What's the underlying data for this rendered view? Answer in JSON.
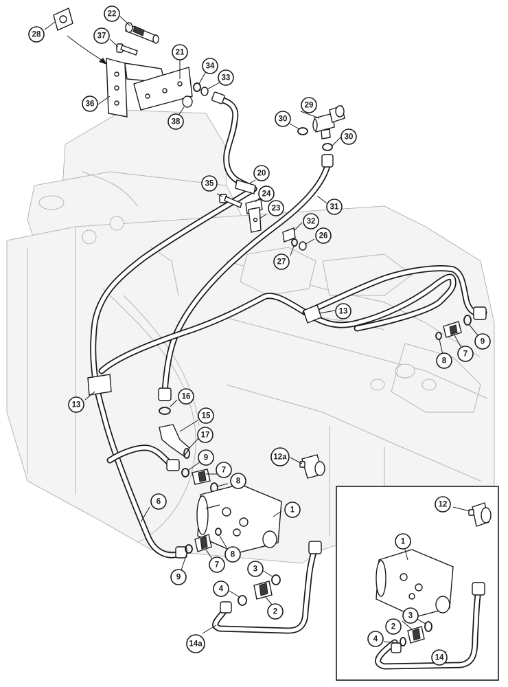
{
  "diagram": {
    "callouts": [
      {
        "id": "c-28",
        "label": "28"
      },
      {
        "id": "c-22",
        "label": "22"
      },
      {
        "id": "c-37",
        "label": "37"
      },
      {
        "id": "c-21",
        "label": "21"
      },
      {
        "id": "c-34",
        "label": "34"
      },
      {
        "id": "c-33",
        "label": "33"
      },
      {
        "id": "c-36",
        "label": "36"
      },
      {
        "id": "c-38",
        "label": "38"
      },
      {
        "id": "c-29",
        "label": "29"
      },
      {
        "id": "c-30a",
        "label": "30"
      },
      {
        "id": "c-30b",
        "label": "30"
      },
      {
        "id": "c-20",
        "label": "20"
      },
      {
        "id": "c-35",
        "label": "35"
      },
      {
        "id": "c-24",
        "label": "24"
      },
      {
        "id": "c-23",
        "label": "23"
      },
      {
        "id": "c-31",
        "label": "31"
      },
      {
        "id": "c-32",
        "label": "32"
      },
      {
        "id": "c-26",
        "label": "26"
      },
      {
        "id": "c-27",
        "label": "27"
      },
      {
        "id": "c-13a",
        "label": "13"
      },
      {
        "id": "c-9a",
        "label": "9"
      },
      {
        "id": "c-7a",
        "label": "7"
      },
      {
        "id": "c-8a",
        "label": "8"
      },
      {
        "id": "c-13b",
        "label": "13"
      },
      {
        "id": "c-16",
        "label": "16"
      },
      {
        "id": "c-15",
        "label": "15"
      },
      {
        "id": "c-17",
        "label": "17"
      },
      {
        "id": "c-9b",
        "label": "9"
      },
      {
        "id": "c-7b",
        "label": "7"
      },
      {
        "id": "c-8b",
        "label": "8"
      },
      {
        "id": "c-12a",
        "label": "12a"
      },
      {
        "id": "c-6",
        "label": "6"
      },
      {
        "id": "c-1a",
        "label": "1"
      },
      {
        "id": "c-8c",
        "label": "8"
      },
      {
        "id": "c-9c",
        "label": "9"
      },
      {
        "id": "c-7c",
        "label": "7"
      },
      {
        "id": "c-3a",
        "label": "3"
      },
      {
        "id": "c-4a",
        "label": "4"
      },
      {
        "id": "c-2a",
        "label": "2"
      },
      {
        "id": "c-14a",
        "label": "14a"
      },
      {
        "id": "c-12",
        "label": "12"
      },
      {
        "id": "c-1b",
        "label": "1"
      },
      {
        "id": "c-3b",
        "label": "3"
      },
      {
        "id": "c-2b",
        "label": "2"
      },
      {
        "id": "c-4b",
        "label": "4"
      },
      {
        "id": "c-14",
        "label": "14"
      }
    ]
  }
}
